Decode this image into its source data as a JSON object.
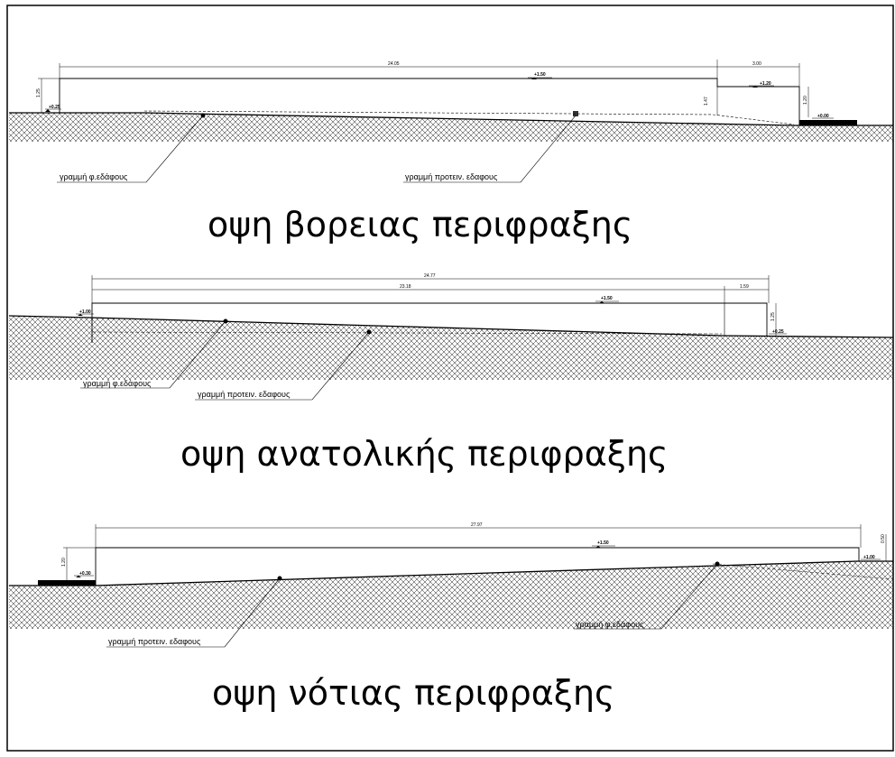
{
  "north": {
    "title": "οψη βορειας περιφραξης",
    "dims": {
      "main": "24.05",
      "right": "3.00",
      "left_vertical": "1.25",
      "mid_vertical": "1.47",
      "right_vertical": "1.20"
    },
    "levels": {
      "left": "+0.25",
      "top": "+1.50",
      "step": "+1.20",
      "right": "+0.00"
    },
    "callouts": {
      "existing_ground": "γραμμή φ.εδάφους",
      "proposed_ground": "γραμμή προτειν. εδαφους"
    }
  },
  "east": {
    "title": "οψη ανατολικής περιφραξης",
    "dims": {
      "overall": "24.77",
      "segment": "23.18",
      "right_segment": "1.59",
      "right_vertical": "1.25"
    },
    "levels": {
      "left": "+1.00",
      "top": "+1.50",
      "right": "+0.25"
    },
    "callouts": {
      "existing_ground": "γραμμή φ.εδάφους",
      "proposed_ground": "γραμμή προτειν. εδαφους"
    }
  },
  "south": {
    "title": "οψη νότιας περιφραξης",
    "dims": {
      "main": "27.97",
      "left_vertical": "1.20",
      "right_vertical": "0.50"
    },
    "levels": {
      "left": "+0.30",
      "top": "+1.50",
      "right": "+1.00"
    },
    "callouts": {
      "proposed_ground": "γραμμή προτειν. εδαφους",
      "existing_ground": "γραμμή φ.εδάφους"
    }
  }
}
